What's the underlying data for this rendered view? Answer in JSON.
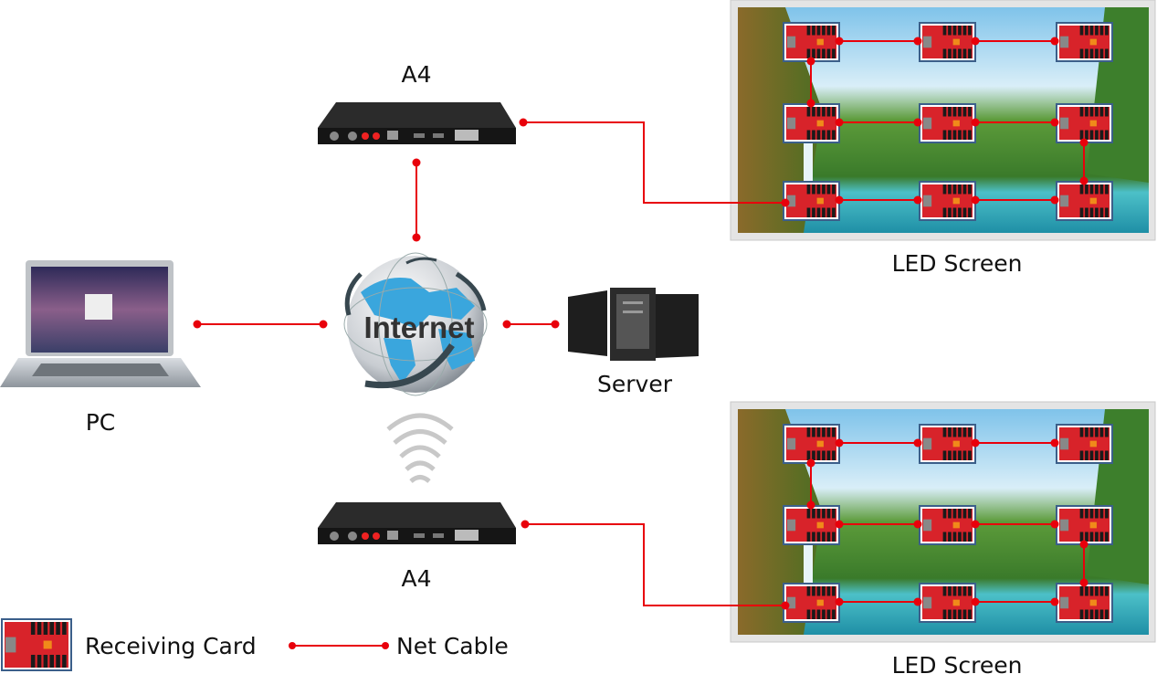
{
  "devices": {
    "a4_top": {
      "label": "A4"
    },
    "a4_bottom": {
      "label": "A4"
    },
    "internet": {
      "label": "Internet"
    },
    "pc": {
      "label": "PC"
    },
    "server": {
      "label": "Server"
    }
  },
  "screens": [
    {
      "label": "LED Screen"
    },
    {
      "label": "LED Screen"
    }
  ],
  "legend": {
    "receiving_card": "Receiving Card",
    "net_cable": "Net Cable"
  },
  "colors": {
    "cable": "#e8000b",
    "card": "#d8232a",
    "globe": "#3aa6dd",
    "arrow": "#37474f"
  }
}
